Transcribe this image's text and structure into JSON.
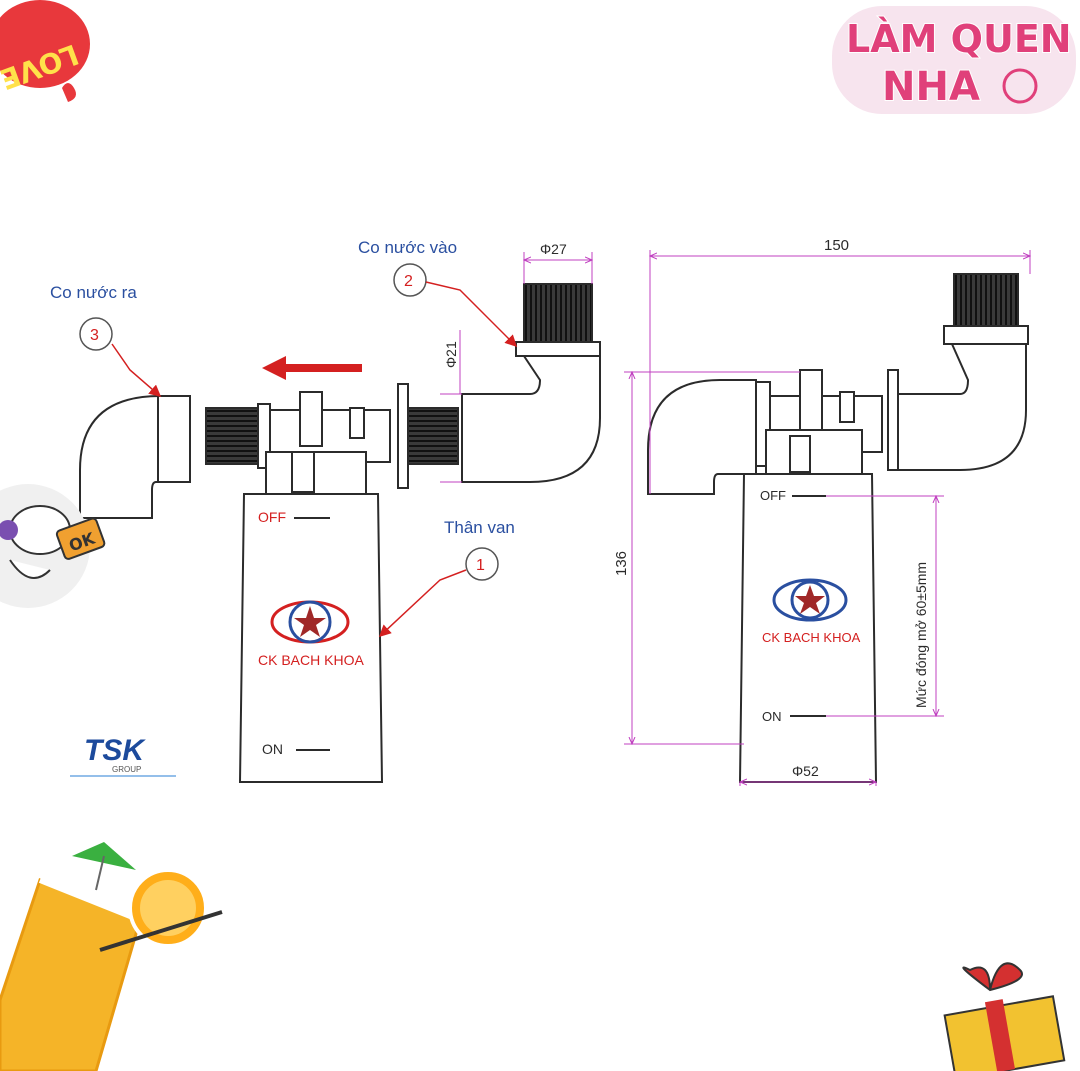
{
  "callouts": {
    "outlet_label": "Co nước ra",
    "outlet_number": "3",
    "inlet_label": "Co nước vào",
    "inlet_number": "2",
    "body_label": "Thân van",
    "body_number": "1"
  },
  "left_valve": {
    "off_label": "OFF",
    "on_label": "ON",
    "brand": "CK BACH KHOA"
  },
  "right_valve": {
    "off_label": "OFF",
    "on_label": "ON",
    "brand": "CK BACH KHOA"
  },
  "dimensions": {
    "inlet_diameter": "Φ27",
    "pipe_diameter": "Φ21",
    "total_width": "150",
    "total_height": "136",
    "body_diameter": "Φ52",
    "open_close_level": "Mức đóng mở 60±5mm"
  },
  "logos": {
    "tsk_name": "TSK",
    "tsk_sub": "GROUP"
  },
  "stickers": {
    "top_right_line1": "LÀM QUEN",
    "top_right_line2": "NHA",
    "top_left": "LOVE",
    "ok": "OK"
  },
  "colors": {
    "outline": "#2b2b2b",
    "dimension": "#c040c0",
    "leader": "#d42020",
    "arrow": "#d42020",
    "label_blue": "#2a4fa0",
    "thread": "#2e2e2e"
  }
}
